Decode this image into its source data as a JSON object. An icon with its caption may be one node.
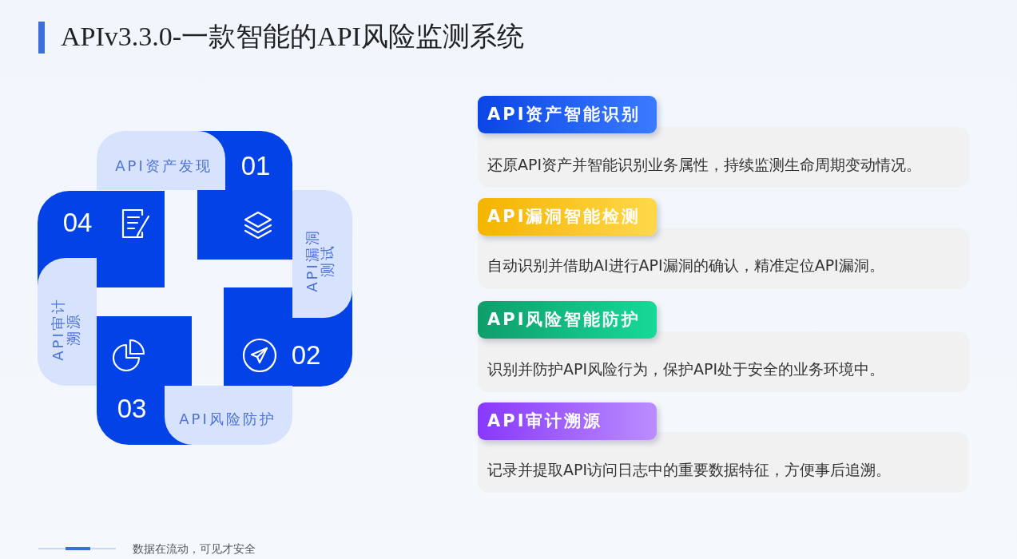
{
  "diagram": {
    "title": "APIv3.3.0-一款智能的API风险监测系统",
    "nodes": [
      {
        "text": [
          "01"
        ]
      },
      {
        "text": [
          "API资产发现"
        ]
      },
      {
        "text": [
          "02"
        ]
      },
      {
        "text": [
          "API漏洞测试"
        ]
      },
      {
        "text": [
          "03"
        ]
      },
      {
        "text": [
          "API风险防护"
        ]
      },
      {
        "text": [
          "04"
        ]
      },
      {
        "text": [
          "API审计溯源"
        ]
      },
      {
        "text": [
          "API资产智能识别"
        ]
      },
      {
        "text": [
          "还原API资产并智能识别业务属性，持续监测生命周期变动情况。"
        ]
      },
      {
        "text": [
          "API漏洞智能检测"
        ]
      },
      {
        "text": [
          "自动识别并借助AI进行API漏洞的确认，精准定位API漏洞。"
        ]
      },
      {
        "text": [
          "API风险智能防护"
        ]
      },
      {
        "text": [
          "识别并防护API风险行为，保护API处于安全的业务环境中。"
        ]
      },
      {
        "text": [
          "API审计溯源"
        ]
      },
      {
        "text": [
          "记录并提取API访问日志中的重要数据特征，方便事后追溯。"
        ]
      }
    ],
    "labels": [
      "数据在流动，可见才安全"
    ]
  }
}
